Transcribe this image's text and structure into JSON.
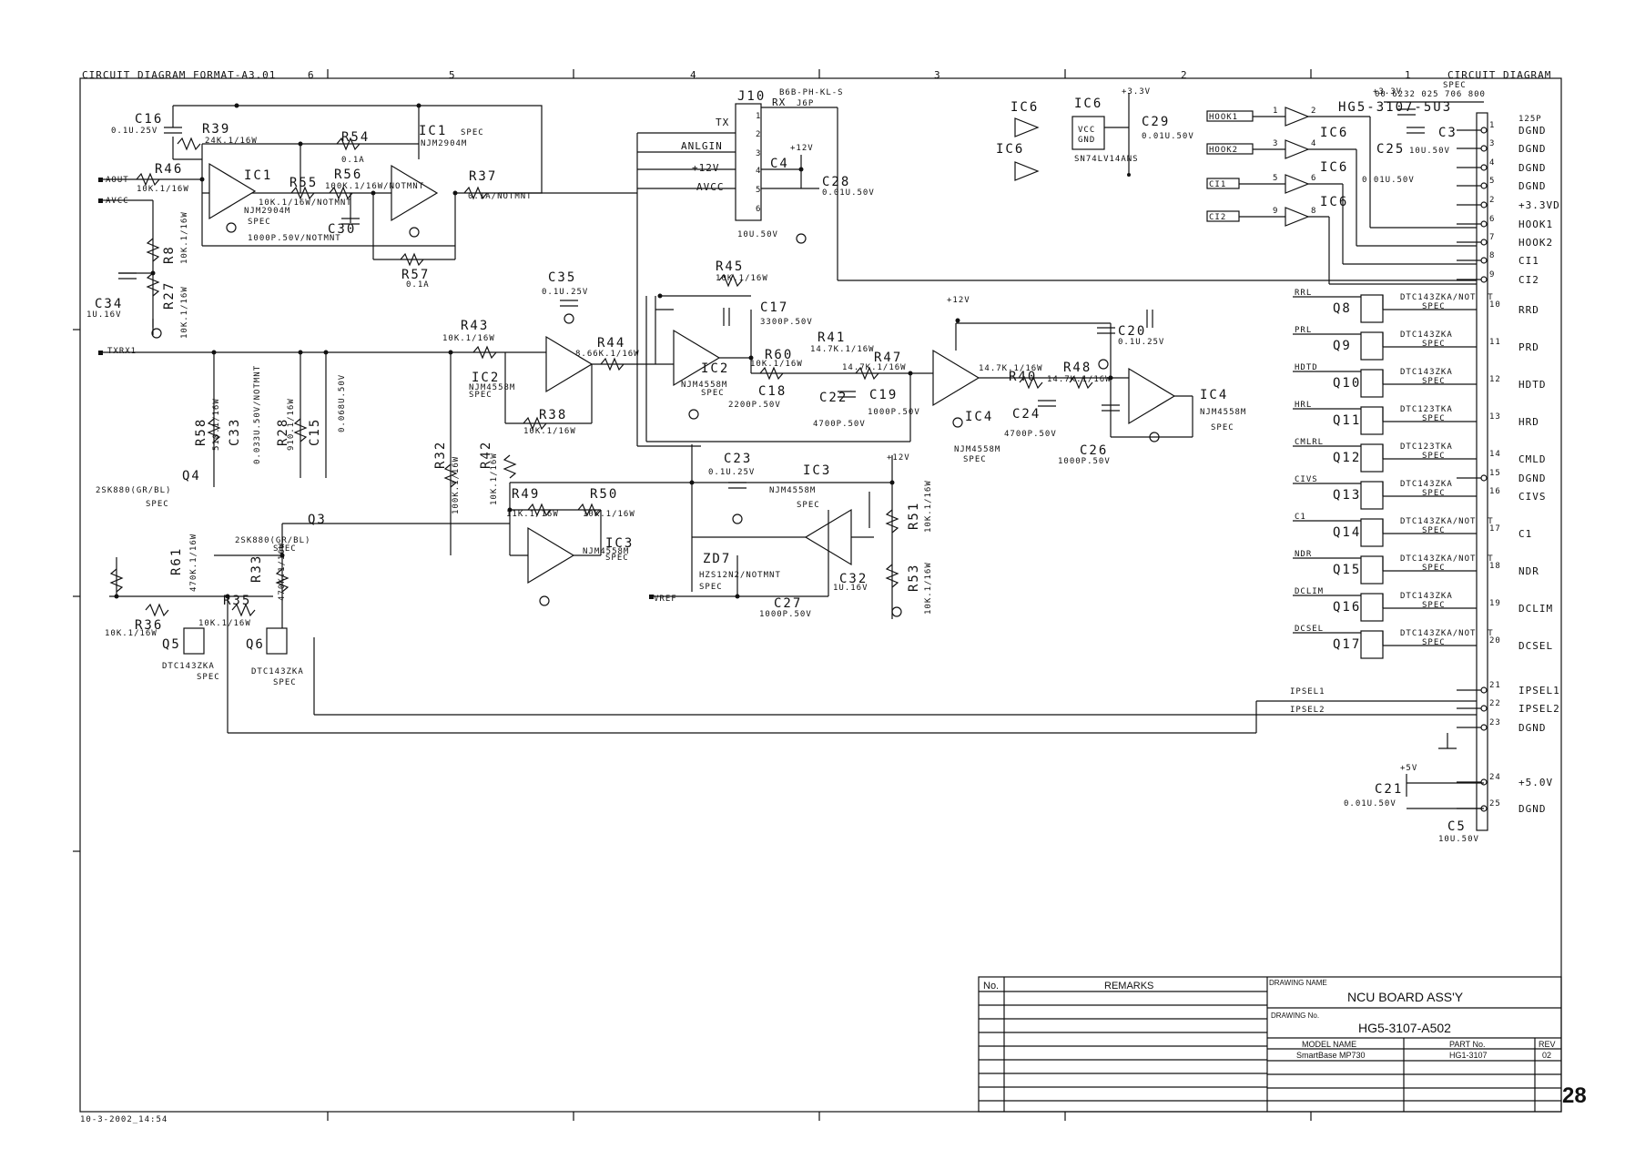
{
  "header": {
    "left_label": "CIRCUIT DIAGRAM FORMAT-A3.01",
    "right_label": "CIRCUIT DIAGRAM",
    "zones": [
      "6",
      "5",
      "4",
      "3",
      "2",
      "1"
    ]
  },
  "footer": {
    "timestamp": "10-3-2002_14:54",
    "page_number": "28"
  },
  "left_inputs": {
    "aout": "AOUT",
    "avcc": "AVCC",
    "txrx1": "TXRX1",
    "vref": "VREF"
  },
  "connector_j10": {
    "ref": "J10",
    "part": "B6B-PH-KL-S",
    "rx": "RX",
    "j6p": "J6P",
    "tx": "TX",
    "anlgin": "ANLGIN",
    "p12v": "+12V",
    "avcc": "AVCC",
    "pins": [
      "1",
      "2",
      "3",
      "4",
      "5",
      "6"
    ]
  },
  "components": {
    "c16": {
      "ref": "C16",
      "val": "0.1U.25V"
    },
    "r39": {
      "ref": "R39",
      "val": "24K.1/16W"
    },
    "r54": {
      "ref": "R54",
      "val": "0.1A"
    },
    "ic1_top": {
      "ref": "IC1",
      "spec": "SPEC",
      "part": "NJM2904M"
    },
    "r46": {
      "ref": "R46",
      "val": "10K.1/16W"
    },
    "ic1_left": {
      "ref": "IC1",
      "part": "NJM2904M",
      "spec": "SPEC"
    },
    "r55": {
      "ref": "R55",
      "val": "10K.1/16W/NOTMNT"
    },
    "r56": {
      "ref": "R56",
      "val": "100K.1/16W/NOTMNT"
    },
    "r37": {
      "ref": "R37",
      "val": "0.1A/NOTMNT"
    },
    "c30": {
      "ref": "C30",
      "val": "1000P.50V/NOTMNT"
    },
    "r57": {
      "ref": "R57",
      "val": "0.1A"
    },
    "r8": {
      "ref": "R8",
      "val": "10K.1/16W"
    },
    "r27": {
      "ref": "R27",
      "val": "10K.1/16W"
    },
    "c34": {
      "ref": "C34",
      "val": "1U.16V"
    },
    "c4": {
      "ref": "C4",
      "val": "10U.50V"
    },
    "c28": {
      "ref": "C28",
      "val": "0.01U.50V"
    },
    "c35": {
      "ref": "C35",
      "val": "0.1U.25V"
    },
    "r45": {
      "ref": "R45",
      "val": "10K.1/16W"
    },
    "c17": {
      "ref": "C17",
      "val": "3300P.50V"
    },
    "r43": {
      "ref": "R43",
      "val": "10K.1/16W"
    },
    "r44": {
      "ref": "R44",
      "val": "8.66K.1/16W"
    },
    "ic2a": {
      "ref": "IC2",
      "part": "NJM4558M",
      "spec": "SPEC"
    },
    "ic2b": {
      "ref": "IC2",
      "part": "NJM4558M",
      "spec": "SPEC"
    },
    "r38": {
      "ref": "R38",
      "val": "10K.1/16W"
    },
    "r60": {
      "ref": "R60",
      "val": "10K.1/16W"
    },
    "r41": {
      "ref": "R41",
      "val": "14.7K.1/16W"
    },
    "r47": {
      "ref": "R47",
      "val": "14.7K.1/16W"
    },
    "c18": {
      "ref": "C18",
      "val": "2200P.50V"
    },
    "c22": {
      "ref": "C22",
      "val": "4700P.50V"
    },
    "c19": {
      "ref": "C19",
      "val": "1000P.50V"
    },
    "ic4a": {
      "ref": "IC4",
      "part": "NJM4558M",
      "spec": "SPEC"
    },
    "r40": {
      "ref": "R40",
      "val": "14.7K.1/16W"
    },
    "r48": {
      "ref": "R48",
      "val": "14.7K.1/16W"
    },
    "c24": {
      "ref": "C24",
      "val": "4700P.50V"
    },
    "c26": {
      "ref": "C26",
      "val": "1000P.50V"
    },
    "c20": {
      "ref": "C20",
      "val": "0.1U.25V"
    },
    "ic4b": {
      "ref": "IC4",
      "part": "NJM4558M",
      "spec": "SPEC"
    },
    "p12v_a": "+12V",
    "p12v_b": "+12V",
    "p12v_c": "+12V",
    "r58": {
      "ref": "R58",
      "val": "510.1/16W"
    },
    "c33": {
      "ref": "C33",
      "val": "0.033U.50V/NOTMNT"
    },
    "r28": {
      "ref": "R28",
      "val": "910.1/16W"
    },
    "c15": {
      "ref": "C15",
      "val": "0.068U.50V"
    },
    "q4": {
      "ref": "Q4",
      "part": "2SK880(GR/BL)",
      "spec": "SPEC"
    },
    "q3": {
      "ref": "Q3",
      "part": "2SK880(GR/BL)",
      "spec": "SPEC"
    },
    "r32": {
      "ref": "R32",
      "val": "100K.1/16W"
    },
    "r42": {
      "ref": "R42",
      "val": "10K.1/16W"
    },
    "r49": {
      "ref": "R49",
      "val": "11K.1/16W"
    },
    "r50": {
      "ref": "R50",
      "val": "10K.1/16W"
    },
    "ic3a": {
      "ref": "IC3",
      "part": "NJM4558M",
      "spec": "SPEC"
    },
    "c23": {
      "ref": "C23",
      "val": "0.1U.25V"
    },
    "ic3b": {
      "ref": "IC3",
      "part": "NJM4558M",
      "spec": "SPEC"
    },
    "zd7": {
      "ref": "ZD7",
      "part": "HZS12N2/NOTMNT",
      "spec": "SPEC"
    },
    "c27": {
      "ref": "C27",
      "val": "1000P.50V"
    },
    "c32": {
      "ref": "C32",
      "val": "1U.16V"
    },
    "r51": {
      "ref": "R51",
      "val": "10K.1/16W"
    },
    "r53": {
      "ref": "R53",
      "val": "10K.1/16W"
    },
    "r61": {
      "ref": "R61",
      "val": "470K.1/16W"
    },
    "r33": {
      "ref": "R33",
      "val": "470K.1/16W"
    },
    "r35": {
      "ref": "R35",
      "val": "10K.1/16W"
    },
    "r36": {
      "ref": "R36",
      "val": "10K.1/16W"
    },
    "q5": {
      "ref": "Q5",
      "part": "DTC143ZKA",
      "spec": "SPEC"
    },
    "q6": {
      "ref": "Q6",
      "part": "DTC143ZKA",
      "spec": "SPEC"
    },
    "ic6_top": {
      "ref": "IC6",
      "ref2": "IC6",
      "vcc": "VCC",
      "gnd": "GND",
      "part": "SN74LV14ANS",
      "p33v": "+3.3V"
    },
    "ic6_a": "IC6",
    "ic6_b": "IC6",
    "c29": {
      "ref": "C29",
      "val": "0.01U.50V"
    },
    "c25": {
      "ref": "C25",
      "val": "0.01U.50V"
    },
    "c3": {
      "ref": "C3",
      "val": "10U.50V"
    },
    "hg_text": "HG5-3107-5U3",
    "p33v_r": "+3.3V",
    "cn_spec": "SPEC",
    "cn_part": "00 6232 025 706 800",
    "c21": {
      "ref": "C21",
      "val": "0.01U.50V"
    },
    "c5": {
      "ref": "C5",
      "val": "10U.50V"
    },
    "p5v": "+5V"
  },
  "hook_inputs": [
    "HOOK1",
    "HOOK2",
    "CI1",
    "CI2"
  ],
  "ic6_pins": [
    [
      "1",
      "2"
    ],
    [
      "3",
      "4"
    ],
    [
      "5",
      "6"
    ],
    [
      "9",
      "8"
    ]
  ],
  "transistor_rows": [
    {
      "net": "RRL",
      "q": "Q8",
      "part": "DTC143ZKA/NOTMNT",
      "spec": "SPEC",
      "pin": "10",
      "label": "RRD"
    },
    {
      "net": "PRL",
      "q": "Q9",
      "part": "DTC143ZKA",
      "spec": "SPEC",
      "pin": "11",
      "label": "PRD"
    },
    {
      "net": "HDTD",
      "q": "Q10",
      "part": "DTC143ZKA",
      "spec": "SPEC",
      "pin": "12",
      "label": "HDTD"
    },
    {
      "net": "HRL",
      "q": "Q11",
      "part": "DTC123TKA",
      "spec": "SPEC",
      "pin": "13",
      "label": "HRD"
    },
    {
      "net": "CMLRL",
      "q": "Q12",
      "part": "DTC123TKA",
      "spec": "SPEC",
      "pin": "14",
      "label": "CMLD"
    },
    {
      "net": "CIVS",
      "q": "Q13",
      "part": "DTC143ZKA",
      "spec": "SPEC",
      "pin": "16",
      "label": "CIVS"
    },
    {
      "net": "C1",
      "q": "Q14",
      "part": "DTC143ZKA/NOTMNT",
      "spec": "SPEC",
      "pin": "17",
      "label": "C1"
    },
    {
      "net": "NDR",
      "q": "Q15",
      "part": "DTC143ZKA/NOTMNT",
      "spec": "SPEC",
      "pin": "18",
      "label": "NDR"
    },
    {
      "net": "DCLIM",
      "q": "Q16",
      "part": "DTC143ZKA",
      "spec": "SPEC",
      "pin": "19",
      "label": "DCLIM"
    },
    {
      "net": "DCSEL",
      "q": "Q17",
      "part": "DTC143ZKA/NOTMNT",
      "spec": "SPEC",
      "pin": "20",
      "label": "DCSEL"
    }
  ],
  "connector_out": {
    "title": "125P",
    "pins": [
      {
        "pin": "1",
        "label": "DGND"
      },
      {
        "pin": "3",
        "label": "DGND"
      },
      {
        "pin": "4",
        "label": "DGND"
      },
      {
        "pin": "5",
        "label": "DGND"
      },
      {
        "pin": "2",
        "label": "+3.3VD"
      },
      {
        "pin": "6",
        "label": "HOOK1"
      },
      {
        "pin": "7",
        "label": "HOOK2"
      },
      {
        "pin": "8",
        "label": "CI1"
      },
      {
        "pin": "9",
        "label": "CI2"
      },
      {
        "pin": "15",
        "label": "DGND"
      },
      {
        "pin": "21",
        "label": "IPSEL1"
      },
      {
        "pin": "22",
        "label": "IPSEL2"
      },
      {
        "pin": "23",
        "label": "DGND"
      },
      {
        "pin": "24",
        "label": "+5.0V"
      },
      {
        "pin": "25",
        "label": "DGND"
      }
    ],
    "ipsel_nets": [
      "IPSEL1",
      "IPSEL2"
    ]
  },
  "title_block": {
    "no_header": "No.",
    "remarks_header": "REMARKS",
    "drawing_name_label": "DRAWING NAME",
    "drawing_name": "NCU BOARD ASS'Y",
    "drawing_no_label": "DRAWING No.",
    "drawing_no": "HG5-3107-A502",
    "model_name_label": "MODEL NAME",
    "model_name": "SmartBase MP730",
    "part_no_label": "PART No.",
    "part_no": "HG1-3107",
    "rev_label": "REV",
    "rev": "02"
  }
}
